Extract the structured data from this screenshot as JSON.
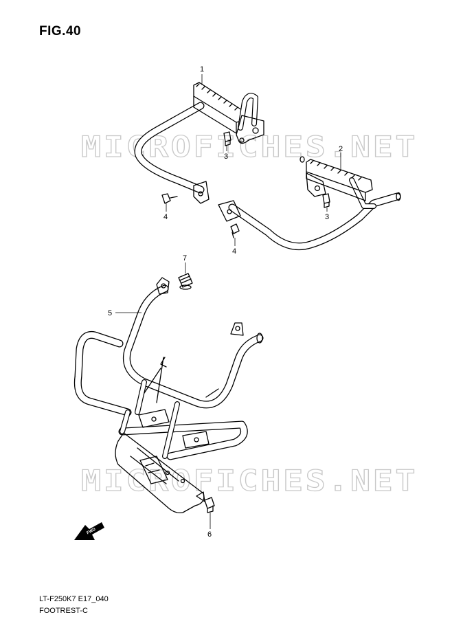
{
  "figure": {
    "title": "FIG.40",
    "watermark": "MICROFICHES.NET",
    "footer_code": "LT-F250K7 E17_040",
    "footer_name": "FOOTREST-C"
  },
  "callouts": [
    {
      "id": "1",
      "label": "1"
    },
    {
      "id": "2",
      "label": "2"
    },
    {
      "id": "3a",
      "label": "3"
    },
    {
      "id": "3b",
      "label": "3"
    },
    {
      "id": "4a",
      "label": "4"
    },
    {
      "id": "4b",
      "label": "4"
    },
    {
      "id": "5",
      "label": "5"
    },
    {
      "id": "6",
      "label": "6"
    },
    {
      "id": "7",
      "label": "7"
    }
  ],
  "fwd_marker": {
    "label": "FWD"
  },
  "colors": {
    "line": "#000000",
    "background": "#ffffff",
    "watermark": "#c8c8c8"
  }
}
